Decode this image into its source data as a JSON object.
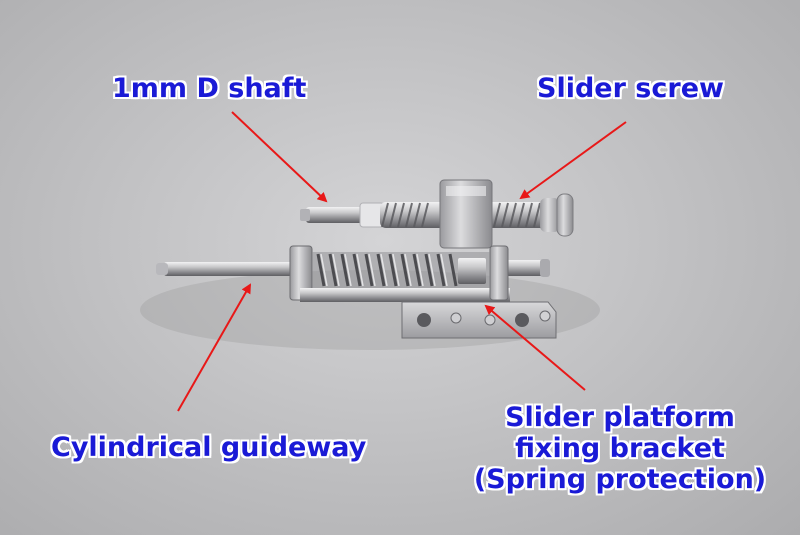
{
  "image": {
    "description_colors": {
      "background": "#c4c4c6",
      "label_text": "#1a1ad6",
      "label_outline": "#ffffff",
      "arrow": "#e81818",
      "metal": "#a8a8aa"
    }
  },
  "labels": {
    "shaft": "1mm D shaft",
    "screw": "Slider screw",
    "guideway": "Cylindrical guideway",
    "bracket_line1": "Slider platform",
    "bracket_line2": "fixing bracket",
    "bracket_line3": "(Spring protection)"
  }
}
